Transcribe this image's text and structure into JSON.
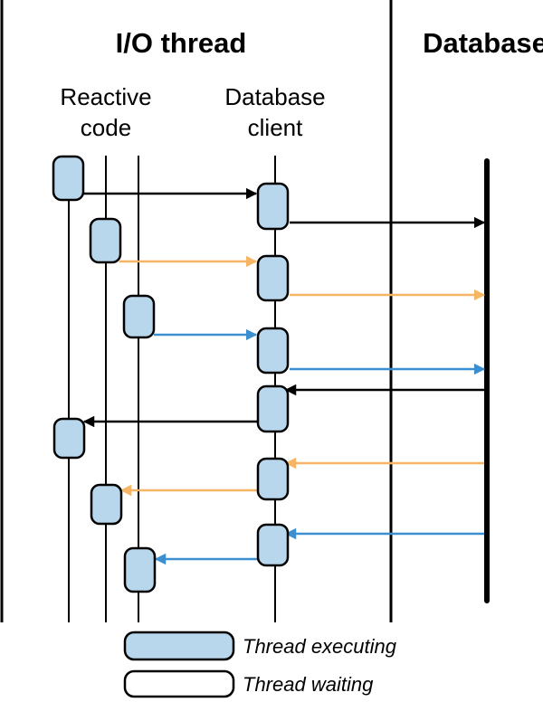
{
  "headers": {
    "io_thread": "I/O thread",
    "database": "Database"
  },
  "sublabels": {
    "reactive_line1": "Reactive",
    "reactive_line2": "code",
    "client_line1": "Database",
    "client_line2": "client"
  },
  "legend": {
    "executing": "Thread executing",
    "waiting": "Thread waiting"
  },
  "colors": {
    "executing_fill": "#b8d6ec",
    "waiting_fill": "#ffffff",
    "line": "#000000",
    "flow_black": "#000000",
    "flow_orange": "#f5b565",
    "flow_blue": "#3b8fd0"
  },
  "flows": [
    {
      "from": "reactive-1",
      "to": "database-client",
      "color": "black"
    },
    {
      "from": "database-client",
      "to": "database",
      "color": "black"
    },
    {
      "from": "reactive-2",
      "to": "database-client",
      "color": "orange"
    },
    {
      "from": "database-client",
      "to": "database",
      "color": "orange"
    },
    {
      "from": "reactive-3",
      "to": "database-client",
      "color": "blue"
    },
    {
      "from": "database-client",
      "to": "database",
      "color": "blue"
    },
    {
      "from": "database",
      "to": "database-client",
      "color": "black"
    },
    {
      "from": "database-client",
      "to": "reactive-1",
      "color": "black"
    },
    {
      "from": "database",
      "to": "database-client",
      "color": "orange"
    },
    {
      "from": "database-client",
      "to": "reactive-2",
      "color": "orange"
    },
    {
      "from": "database",
      "to": "database-client",
      "color": "blue"
    },
    {
      "from": "database-client",
      "to": "reactive-3",
      "color": "blue"
    }
  ]
}
